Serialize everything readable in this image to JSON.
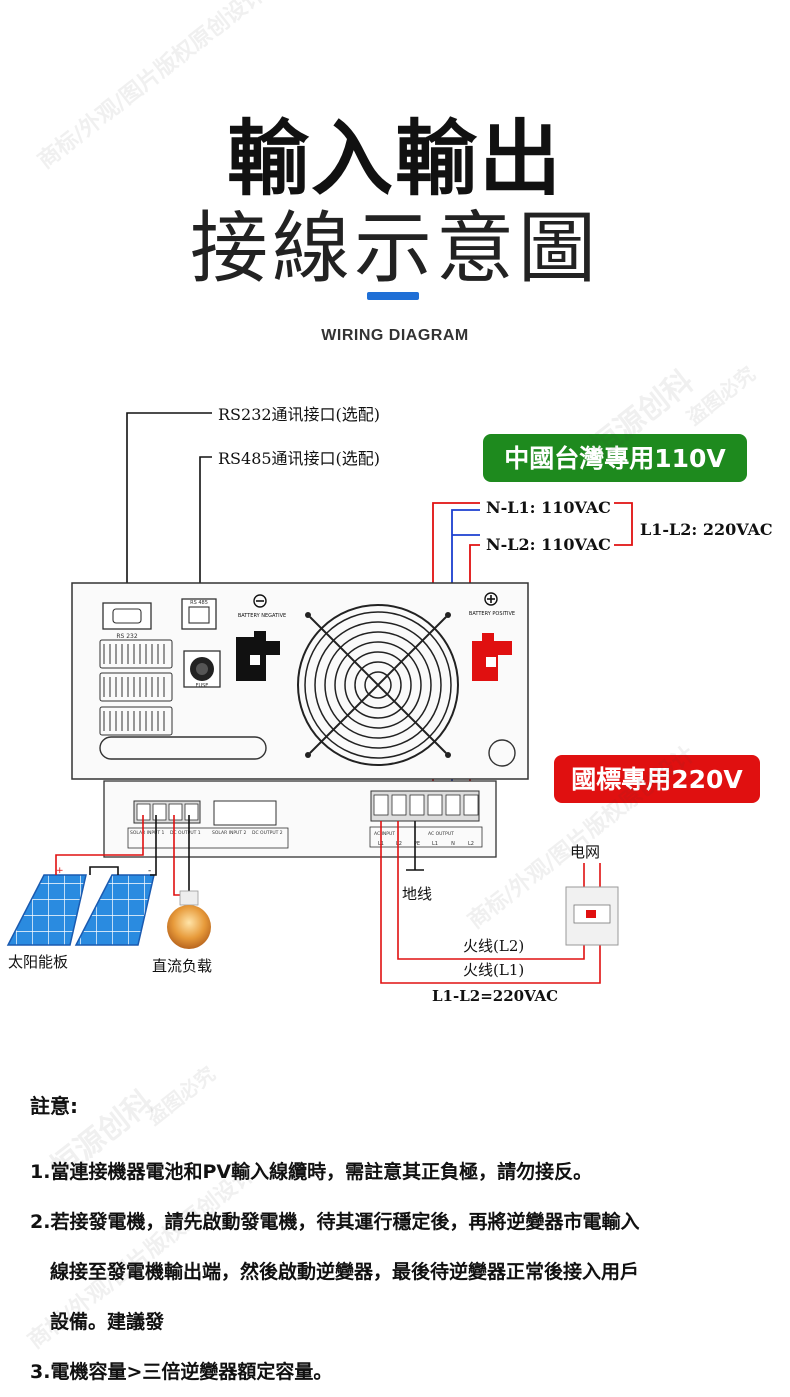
{
  "header": {
    "title_line1": "輸入輸出",
    "title_line2": "接線示意圖",
    "subtitle": "WIRING DIAGRAM",
    "accent_color": "#1f6fd6"
  },
  "diagram": {
    "rs232_label": "RS232通讯接口(选配)",
    "rs485_label": "RS485通讯接口(选配)",
    "taiwan_badge": "中國台灣專用110V",
    "taiwan_badge_color": "#1e8a1e",
    "national_badge": "國標專用220V",
    "national_badge_color": "#e01010",
    "nl1_label": "N-L1: 110VAC",
    "nl2_label": "N-L2: 110VAC",
    "l1l2_label": "L1-L2: 220VAC",
    "battery_negative": "BATTERY NEGATIVE",
    "battery_positive": "BATTERY POSITIVE",
    "port_rs232": "RS 232",
    "port_rs485": "RS 485",
    "fuse": "FUSE",
    "terminal_solar1": "SOLAR INPUT 1",
    "terminal_dc1": "DC OUTPUT 1",
    "terminal_solar2": "SOLAR INPUT 2",
    "terminal_dc2": "DC OUTPUT 2",
    "terminal_ac_in": "AC INPUT",
    "terminal_ac_out": "AC OUTPUT",
    "ac_in_pins": [
      "L1",
      "L2",
      "PE"
    ],
    "ac_out_pins": [
      "L1",
      "N",
      "L2"
    ],
    "solar_label": "太阳能板",
    "dc_load_label": "直流负载",
    "ground_label": "地线",
    "grid_label": "电网",
    "live_l2_label": "火线(L2)",
    "live_l1_label": "火线(L1)",
    "bottom_voltage": "L1-L2=220VAC"
  },
  "notes": {
    "title": "註意:",
    "line1": "1.當連接機器電池和PV輸入線纜時，需註意其正負極，請勿接反。",
    "line2a": "2.若接發電機，請先啟動發電機，待其運行穩定後，再將逆變器市電輸入",
    "line2b": "線接至發電機輸出端，然後啟動逆變器，最後待逆變器正常後接入用戶",
    "line2c": "設備。建議發",
    "line3": "3.電機容量>三倍逆變器額定容量。"
  },
  "watermark": {
    "text1": "商标/外观/图片版权原创设计",
    "text2": "恒源创科",
    "text3": "盗图必究"
  }
}
